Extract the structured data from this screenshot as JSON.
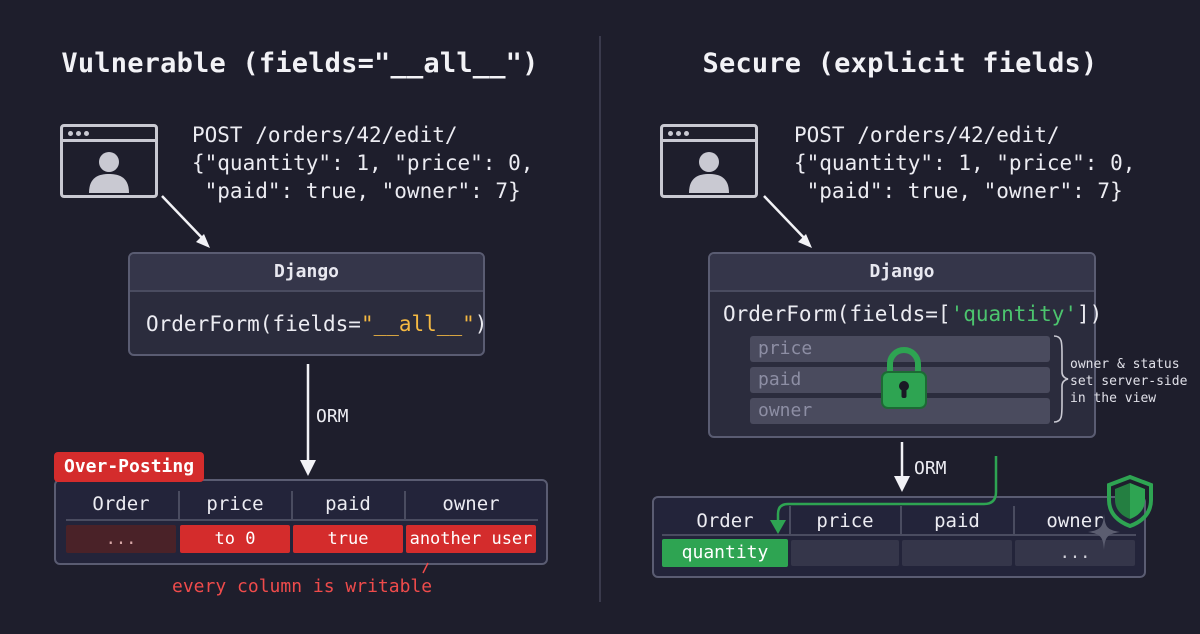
{
  "left": {
    "title": "Vulnerable (fields=\"__all__\")",
    "request_line1": "POST /orders/42/edit/",
    "request_line2": "{\"quantity\": 1, \"price\": 0,",
    "request_line3": " \"paid\": true, \"owner\": 7}",
    "django_label": "Django",
    "form_prefix": "OrderForm(fields=",
    "form_string": "\"__all__\"",
    "form_suffix": ")",
    "orm_label": "ORM",
    "badge": "Over-Posting",
    "table_headers": [
      "Order",
      "price",
      "paid",
      "owner"
    ],
    "table_values": [
      "...",
      "to 0",
      "true",
      "another user"
    ],
    "caption": "every column is writable"
  },
  "right": {
    "title": "Secure (explicit fields)",
    "request_line1": "POST /orders/42/edit/",
    "request_line2": "{\"quantity\": 1, \"price\": 0,",
    "request_line3": " \"paid\": true, \"owner\": 7}",
    "django_label": "Django",
    "form_prefix": "OrderForm(fields=[",
    "form_string": "'quantity'",
    "form_suffix": "])",
    "locked_fields": [
      "price",
      "paid",
      "owner"
    ],
    "note": "owner & status\nset server-side\nin the view",
    "orm_label": "ORM",
    "table_headers": [
      "Order",
      "price",
      "paid",
      "owner"
    ],
    "table_values": [
      "quantity",
      "",
      "",
      "..."
    ]
  },
  "icons": [
    "browser-window-icon",
    "user-avatar-icon",
    "padlock-icon",
    "shield-icon",
    "sparkle-icon"
  ],
  "colors": {
    "background": "#1e1e2c",
    "danger": "#d42c2c",
    "safe": "#2ea452",
    "string_highlight": "#f5b942"
  }
}
